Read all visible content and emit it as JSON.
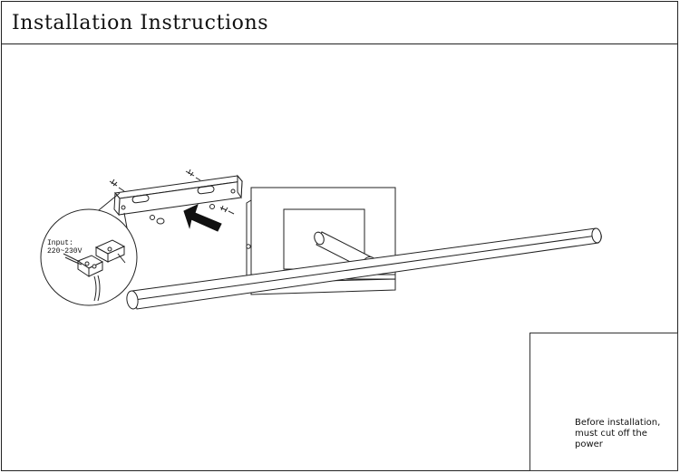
{
  "header": {
    "title": "Installation Instructions"
  },
  "detail": {
    "input_label": "Input:",
    "voltage_label": "220~230V"
  },
  "notice": {
    "text": "Before installation, must cut off the power"
  },
  "icons": [
    "warning-icon",
    "screw-icon",
    "arrow-icon",
    "circuit-breaker-icon"
  ]
}
